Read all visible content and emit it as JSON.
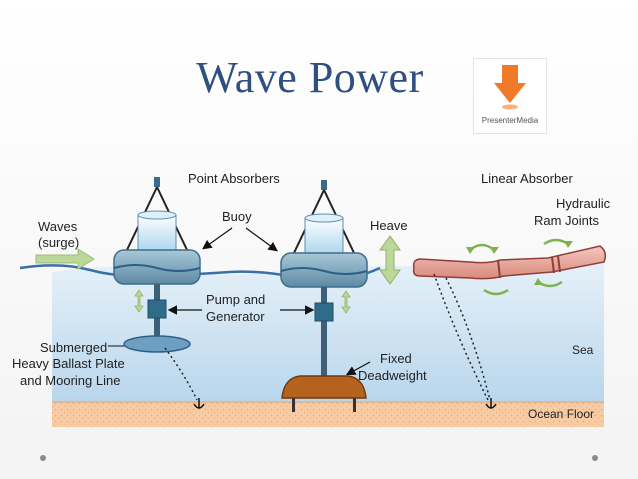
{
  "title": "Wave Power",
  "logo": {
    "text": "PresenterMedia",
    "arrow_color": "#f07a2a"
  },
  "labels": {
    "point_absorbers": "Point Absorbers",
    "linear_absorber": "Linear Absorber",
    "waves_line1": "Waves",
    "waves_line2": "(surge)",
    "buoy": "Buoy",
    "heave": "Heave",
    "hydraulic_line1": "Hydraulic",
    "hydraulic_line2": "Ram Joints",
    "pump_line1": "Pump and",
    "pump_line2": "Generator",
    "submerged_line1": "Submerged",
    "submerged_line2": "Heavy Ballast Plate",
    "submerged_line3": "and Mooring Line",
    "fixed_line1": "Fixed",
    "fixed_line2": "Deadweight",
    "sea": "Sea",
    "ocean_floor": "Ocean Floor"
  },
  "colors": {
    "title": "#2f4f7f",
    "sea": "#cde3f1",
    "wave_line": "#3b6fa8",
    "ocean_floor": "#f6c79c",
    "buoy": "#7fa7bd",
    "deadweight": "#b5621f",
    "linear_absorber": "#e9a79b",
    "arrow_green": "#bcd79a"
  }
}
